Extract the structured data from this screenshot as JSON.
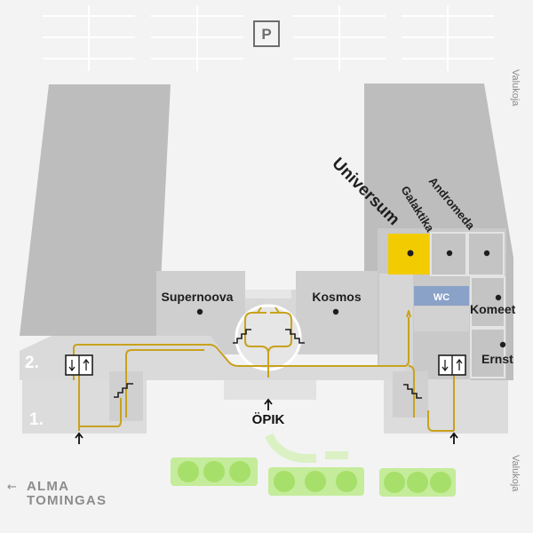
{
  "map": {
    "floors": {
      "upper": "2.",
      "lower": "1."
    },
    "parking_label": "P",
    "streets": {
      "right_top": "Valukoja",
      "right_bottom": "Valukoja"
    },
    "direction": {
      "arrow": "←",
      "line1": "ALMA",
      "line2": "TOMINGAS"
    },
    "entrance": {
      "arrow": "↑",
      "label": "ÖPIK"
    },
    "rooms": {
      "supernoova": "Supernoova",
      "kosmos": "Kosmos",
      "universum": "Universum",
      "galaktika": "Galaktika",
      "andromeda": "Andromeda",
      "wc": "WC",
      "komeet": "Komeet",
      "ernst": "Ernst"
    },
    "colors": {
      "background": "#f3f3f3",
      "building": "#bdbdbd",
      "building_light": "#cfcfcf",
      "corridor": "#dadada",
      "route": "#c8a21e",
      "highlight": "#f2cc00",
      "wc": "#8aa1c8",
      "green": "#c4ec9a",
      "green_circle": "#a6df6a"
    },
    "icons": [
      "parking-icon",
      "elevator-icon",
      "stairs-icon",
      "entrance-arrow-icon",
      "room-dot-icon"
    ]
  }
}
